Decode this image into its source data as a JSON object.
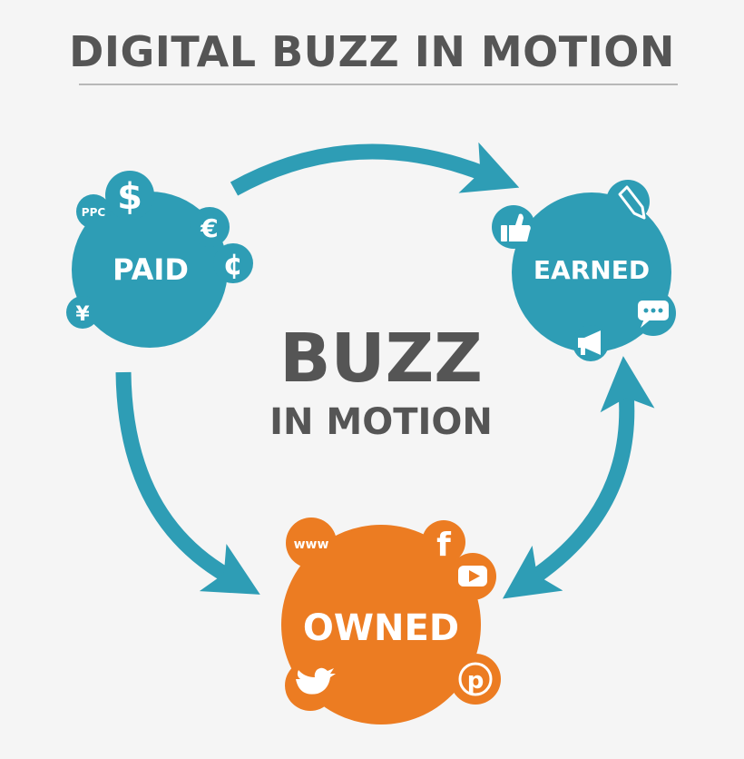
{
  "title": "DIGITAL BUZZ IN MOTION",
  "center": {
    "line1": "BUZZ",
    "line2": "IN MOTION"
  },
  "nodes": {
    "paid": {
      "label": "PAID",
      "icons": [
        "$",
        "PPC",
        "€",
        "¢",
        "¥"
      ]
    },
    "earned": {
      "label": "EARNED",
      "icons": [
        "thumbs-up-icon",
        "pencil-icon",
        "speech-bubble-icon",
        "megaphone-icon"
      ]
    },
    "owned": {
      "label": "OWNED",
      "icons": [
        "www",
        "f",
        "youtube-icon",
        "twitter-icon",
        "pinterest-icon"
      ]
    }
  },
  "colors": {
    "teal": "#2e9db5",
    "orange": "#ec7c22",
    "text": "#555555"
  }
}
